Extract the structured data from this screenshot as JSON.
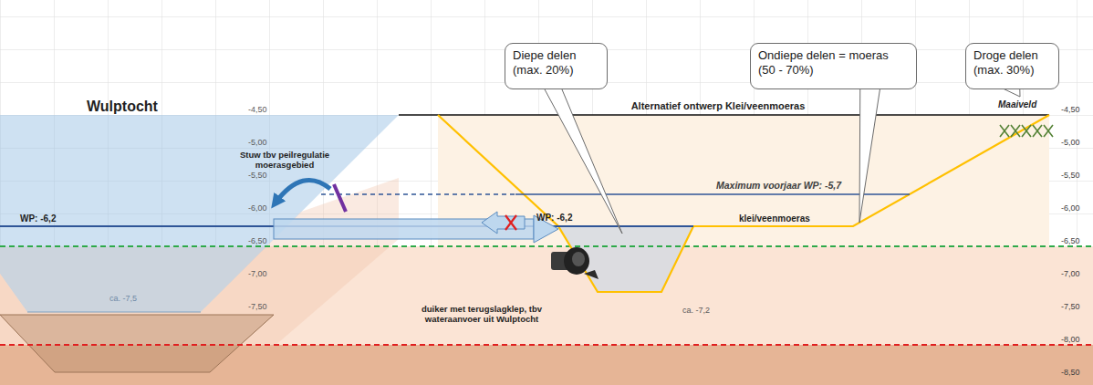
{
  "diagram": {
    "nodes": [
      {
        "text": [
          "Diepe delen (max. 20%)"
        ]
      },
      {
        "text": [
          "Ondiepe delen = moeras (50 - 70%)"
        ]
      },
      {
        "text": [
          "Droge delen (max. 30%)"
        ]
      }
    ],
    "labels": [
      "Wulptocht",
      "Alternatief ontwerp Klei/veenmoeras",
      "Maaiveld",
      "-4,50",
      "-5,00",
      "-5,50",
      "-6,00",
      "-6,50",
      "-7,00",
      "-7,50",
      "-4,50",
      "-5,00",
      "-5,50",
      "-6,00",
      "-6,50",
      "-7,00",
      "-7,50",
      "-8,00",
      "-8,50",
      "WP: -6,2",
      "Stuw tbv peilregulatie moerasgebied",
      "Maximum voorjaar WP: -5,7",
      "WP: -6,2",
      "klei/veenmoeras",
      "duiker met terugslagklep, tbv wateraanvoer uit Wulptocht",
      "ca. -7,5",
      "ca. -7,2"
    ]
  }
}
